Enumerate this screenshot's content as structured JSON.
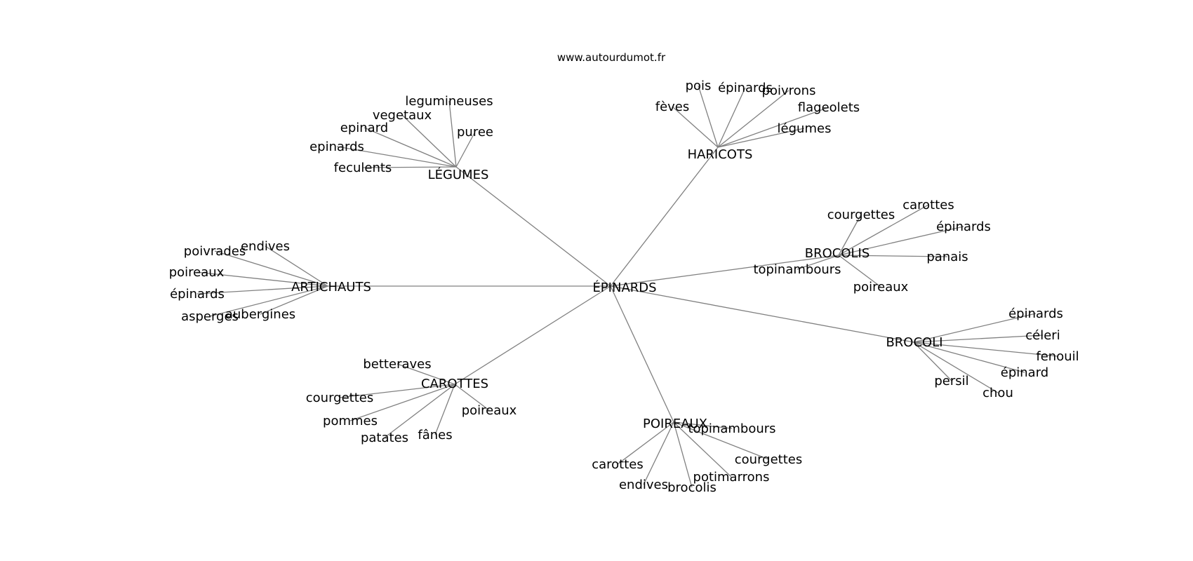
{
  "site": "www.autourdumot.fr",
  "root": "ÉPINARDS",
  "clusters": [
    {
      "id": "legumes",
      "label": "LÉGUMES",
      "leaves": [
        "legumineuses",
        "vegetaux",
        "epinard",
        "puree",
        "epinards",
        "feculents"
      ]
    },
    {
      "id": "haricots",
      "label": "HARICOTS",
      "leaves": [
        "pois",
        "épinards",
        "poivrons",
        "fèves",
        "flageolets",
        "légumes"
      ]
    },
    {
      "id": "brocolis",
      "label": "BROCOLIS",
      "leaves": [
        "courgettes",
        "carottes",
        "épinards",
        "panais",
        "topinambours",
        "poireaux"
      ]
    },
    {
      "id": "artichauts",
      "label": "ARTICHAUTS",
      "leaves": [
        "endives",
        "poivrades",
        "poireaux",
        "épinards",
        "asperges",
        "aubergines"
      ]
    },
    {
      "id": "brocoli",
      "label": "BROCOLI",
      "leaves": [
        "épinards",
        "céleri",
        "fenouil",
        "épinard",
        "persil",
        "chou"
      ]
    },
    {
      "id": "carottes",
      "label": "CAROTTES",
      "leaves": [
        "betteraves",
        "courgettes",
        "pommes",
        "patates",
        "fânes",
        "poireaux"
      ]
    },
    {
      "id": "poireaux",
      "label": "POIREAUX",
      "leaves": [
        "topinambours",
        "courgettes",
        "potimarrons",
        "carottes",
        "endives",
        "brocolis"
      ]
    }
  ]
}
